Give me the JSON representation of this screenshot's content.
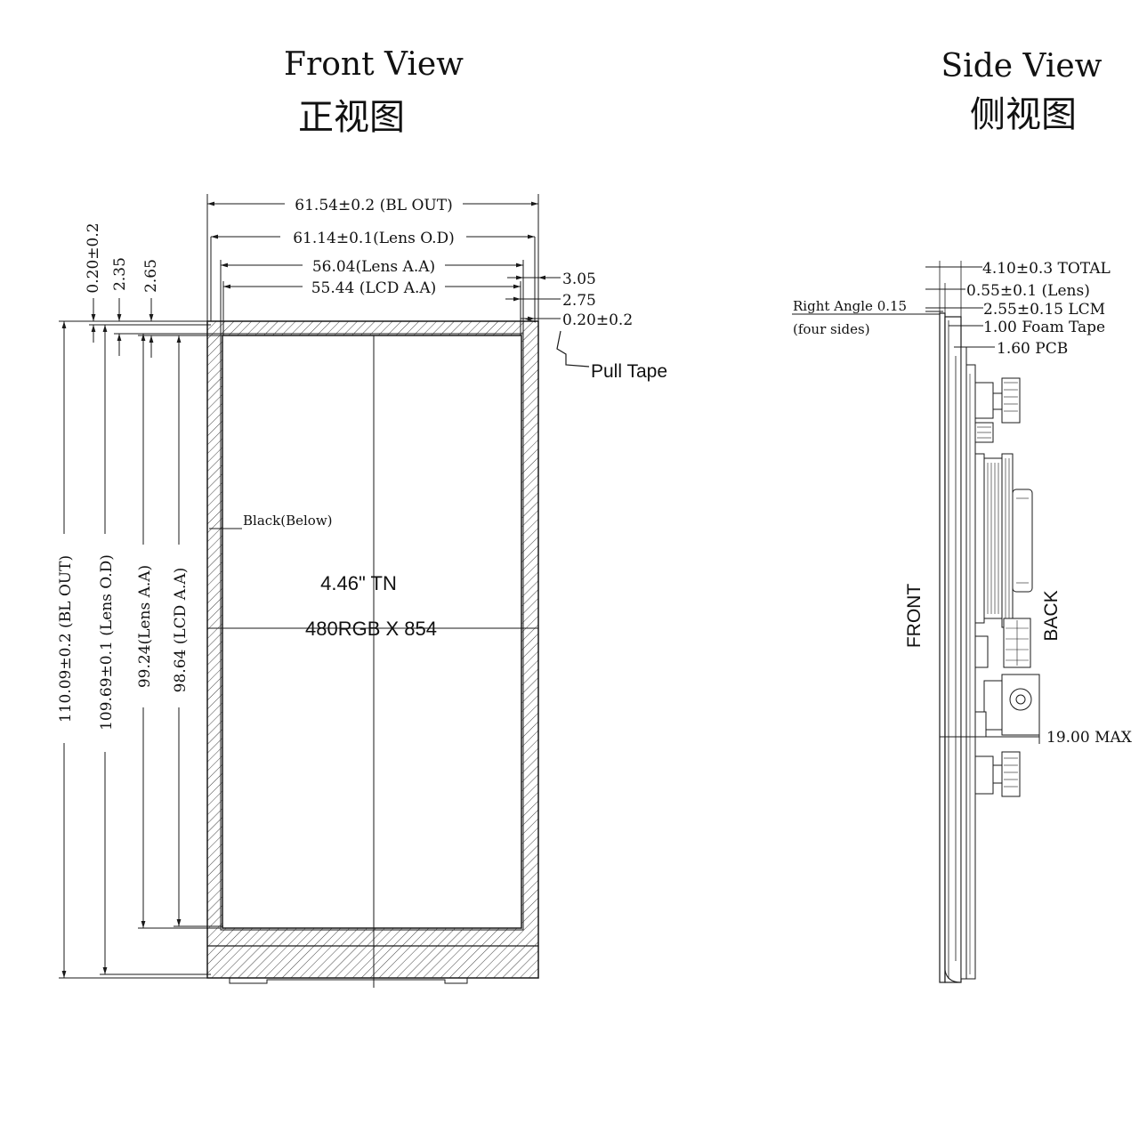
{
  "front_view": {
    "title": "Front View",
    "title_cn": "正视图",
    "dims_top": {
      "bl_out": "61.54±0.2 (BL OUT)",
      "lens_od": "61.14±0.1(Lens O.D)",
      "lens_aa": "56.04(Lens A.A)",
      "lcd_aa": "55.44 (LCD A.A)"
    },
    "dims_right": {
      "d1": "3.05",
      "d2": "2.75",
      "d3": "0.20±0.2"
    },
    "pull_tape": "Pull Tape",
    "dims_left_small": {
      "d1": "0.20±0.2",
      "d2": "2.35",
      "d3": "2.65"
    },
    "dims_left": {
      "bl_out": "110.09±0.2 (BL OUT)",
      "lens_od": "109.69±0.1 (Lens O.D)",
      "lens_aa": "99.24(Lens A.A)",
      "lcd_aa": "98.64 (LCD A.A)"
    },
    "black_below": "Black(Below)",
    "panel_type": "4.46\" TN",
    "resolution": "480RGB X 854"
  },
  "side_view": {
    "title": "Side View",
    "title_cn": "侧视图",
    "total": "4.10±0.3 TOTAL",
    "lens": "0.55±0.1 (Lens)",
    "right_angle": "Right Angle 0.15",
    "four_sides": "(four sides)",
    "lcm": "2.55±0.15 LCM",
    "foam": "1.00 Foam Tape",
    "pcb": "1.60 PCB",
    "front": "FRONT",
    "back": "BACK",
    "max": "19.00 MAX"
  }
}
